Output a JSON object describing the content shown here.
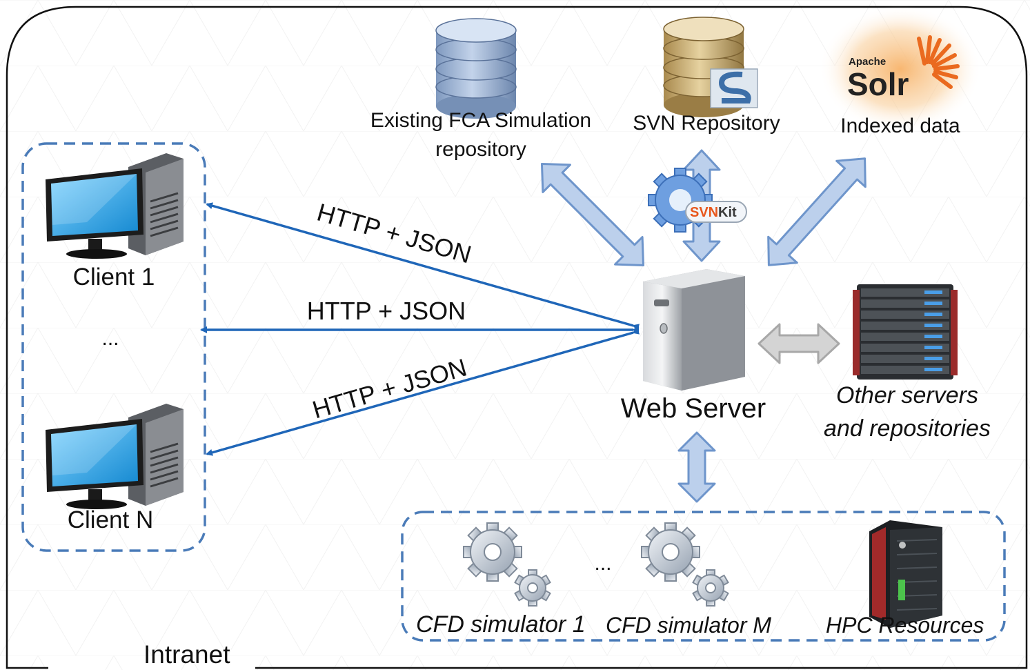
{
  "boundary": {
    "label": "Intranet"
  },
  "clients": {
    "client1": "Client 1",
    "ellipsis": "...",
    "clientN": "Client N"
  },
  "links": {
    "top": "HTTP + JSON",
    "middle": "HTTP + JSON",
    "bottom": "HTTP + JSON"
  },
  "repositories": {
    "fca_line1": "Existing FCA Simulation",
    "fca_line2": "repository",
    "svn": "SVN Repository",
    "indexed": "Indexed data"
  },
  "logos": {
    "solr_small": "Apache",
    "solr_big": "Solr",
    "svnkit_a": "SVN",
    "svnkit_b": "Kit"
  },
  "server": {
    "label": "Web Server"
  },
  "other": {
    "line1": "Other servers",
    "line2": "and repositories"
  },
  "compute": {
    "sim1": "CFD simulator 1",
    "ellipsis": "...",
    "simM": "CFD simulator M",
    "hpc": "HPC Resources"
  },
  "colors": {
    "blue_line": "#1f66b8",
    "dashed_border": "#4a7bb8",
    "block_arrow_fill": "#bcd0ec",
    "block_arrow_stroke": "#6e95cb",
    "gray_arrow_fill": "#d4d4d4",
    "gray_arrow_stroke": "#a8a8a8",
    "monitor_screen": "#2aa6e6"
  }
}
